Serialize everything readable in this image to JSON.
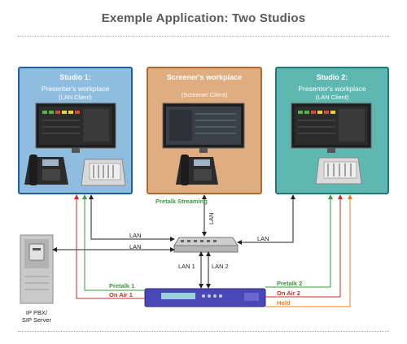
{
  "title": "Exemple Application: Two Studios",
  "studio1": {
    "title": "Studio 1:",
    "subtitle": "Presenter's workplace",
    "client": "(LAN Client)"
  },
  "screener": {
    "title": "Screener's workplace",
    "client": "(Screener Client)"
  },
  "studio2": {
    "title": "Studio 2:",
    "subtitle": "Presenter's workplace",
    "client": "(LAN Client)"
  },
  "labels": {
    "pretalk_streaming": "Pretalk Streaming",
    "lan": "LAN",
    "lan1": "LAN 1",
    "lan2": "LAN 2",
    "pretalk1": "Pretalk 1",
    "onair1": "On Air 1",
    "pretalk2": "Pretalk 2",
    "onair2": "On Air 2",
    "hold": "Hold"
  },
  "server": {
    "line1": "IP PBX/",
    "line2": "SIP Server"
  },
  "colors": {
    "studio1": "#8fbde0",
    "screener": "#e0ad80",
    "studio2": "#5fb7b2",
    "pretalk": "#3a9a3a",
    "onair": "#cc2b22",
    "hold": "#e08020",
    "lan": "#222222"
  },
  "icons": [
    "monitor-icon",
    "desk-phone-icon",
    "control-panel-icon",
    "network-switch-icon",
    "codec-device-icon",
    "server-icon"
  ]
}
